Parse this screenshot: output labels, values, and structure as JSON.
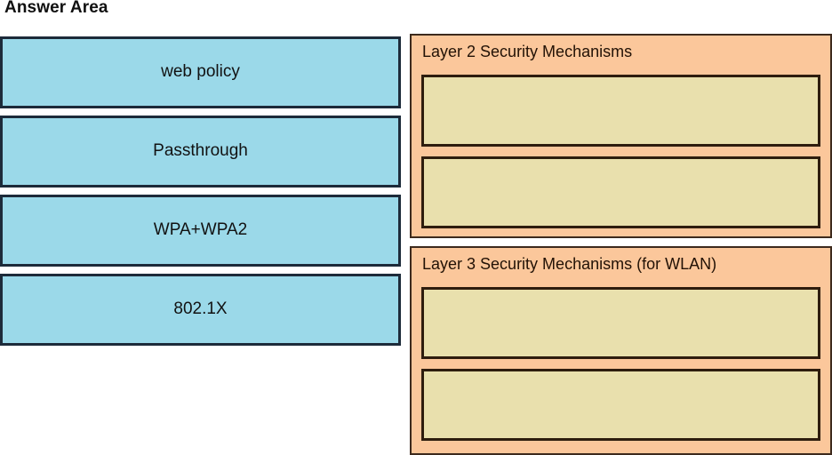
{
  "page": {
    "title": "Answer Area"
  },
  "colors": {
    "source_tile_fill": "#9bd9e9",
    "source_tile_border": "#1d2b3a",
    "panel_fill": "#fbc79b",
    "panel_border": "#3d2a1d",
    "dropzone_fill": "#e9e0ad",
    "dropzone_border": "#2e1d0e",
    "page_background": "#ffffff",
    "text": "#121212"
  },
  "source_items": [
    {
      "label": "web policy"
    },
    {
      "label": "Passthrough"
    },
    {
      "label": "WPA+WPA2"
    },
    {
      "label": "802.1X"
    }
  ],
  "target_panels": [
    {
      "header": "Layer 2 Security Mechanisms",
      "dropzones": [
        {
          "label": ""
        },
        {
          "label": ""
        }
      ]
    },
    {
      "header": "Layer 3 Security Mechanisms (for WLAN)",
      "dropzones": [
        {
          "label": ""
        },
        {
          "label": ""
        }
      ]
    }
  ]
}
